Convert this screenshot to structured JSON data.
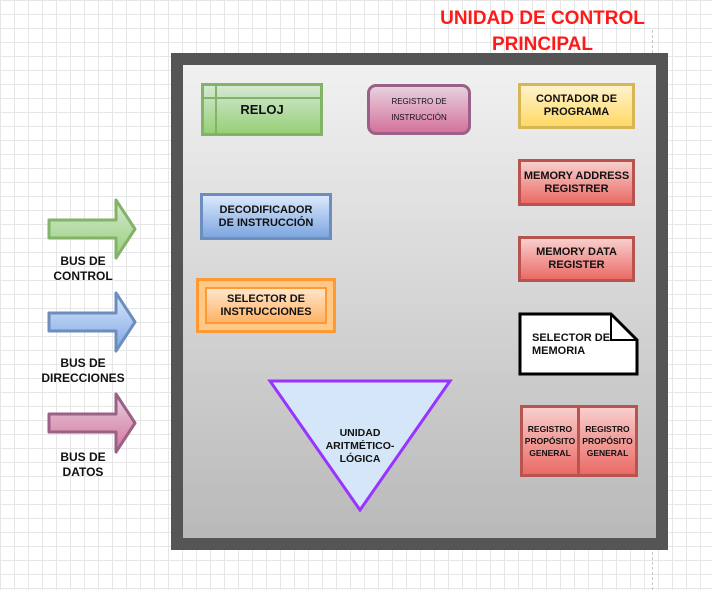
{
  "title": {
    "line1": "UNIDAD DE CONTROL",
    "line2": "PRINCIPAL"
  },
  "blocks": {
    "reloj": "RELOJ",
    "registro_instruccion": {
      "line1": "REGISTRO DE",
      "line2": "INSTRUCCIÓN"
    },
    "contador_programa": {
      "line1": "CONTADOR DE",
      "line2": "PROGRAMA"
    },
    "memory_address_register": {
      "line1": "MEMORY ADDRESS",
      "line2": "REGISTRER"
    },
    "memory_data_register": {
      "line1": "MEMORY DATA",
      "line2": "REGISTER"
    },
    "decodificador": {
      "line1": "DECODIFICADOR",
      "line2": "DE INSTRUCCIÓN"
    },
    "selector_instrucciones": {
      "line1": "SELECTOR DE",
      "line2": "INSTRUCCIONES"
    },
    "selector_memoria": {
      "line1": "SELECTOR DE",
      "line2": "MEMORIA"
    },
    "alu": {
      "line1": "UNIDAD",
      "line2": "ARITMÉTICO-",
      "line3": "LÓGICA"
    },
    "registro_general_1": {
      "line1": "REGISTRO",
      "line2": "PROPÓSITO",
      "line3": "GENERAL"
    },
    "registro_general_2": {
      "line1": "REGISTRO",
      "line2": "PROPÓSITO",
      "line3": "GENERAL"
    }
  },
  "buses": [
    {
      "line1": "BUS DE",
      "line2": "CONTROL",
      "color": "#82b366"
    },
    {
      "line1": "BUS DE",
      "line2": "DIRECCIONES",
      "color": "#6c8ebf"
    },
    {
      "line1": "BUS DE",
      "line2": "DATOS",
      "color": "#996185"
    }
  ],
  "colors": {
    "title": "#ff1a1a",
    "container_border": "#555555",
    "green": "#82b366",
    "blue": "#6c8ebf",
    "pink": "#996185",
    "red": "#b85450",
    "yellow": "#d6b656",
    "orange": "#ff9933",
    "purple": "#9933ff"
  }
}
